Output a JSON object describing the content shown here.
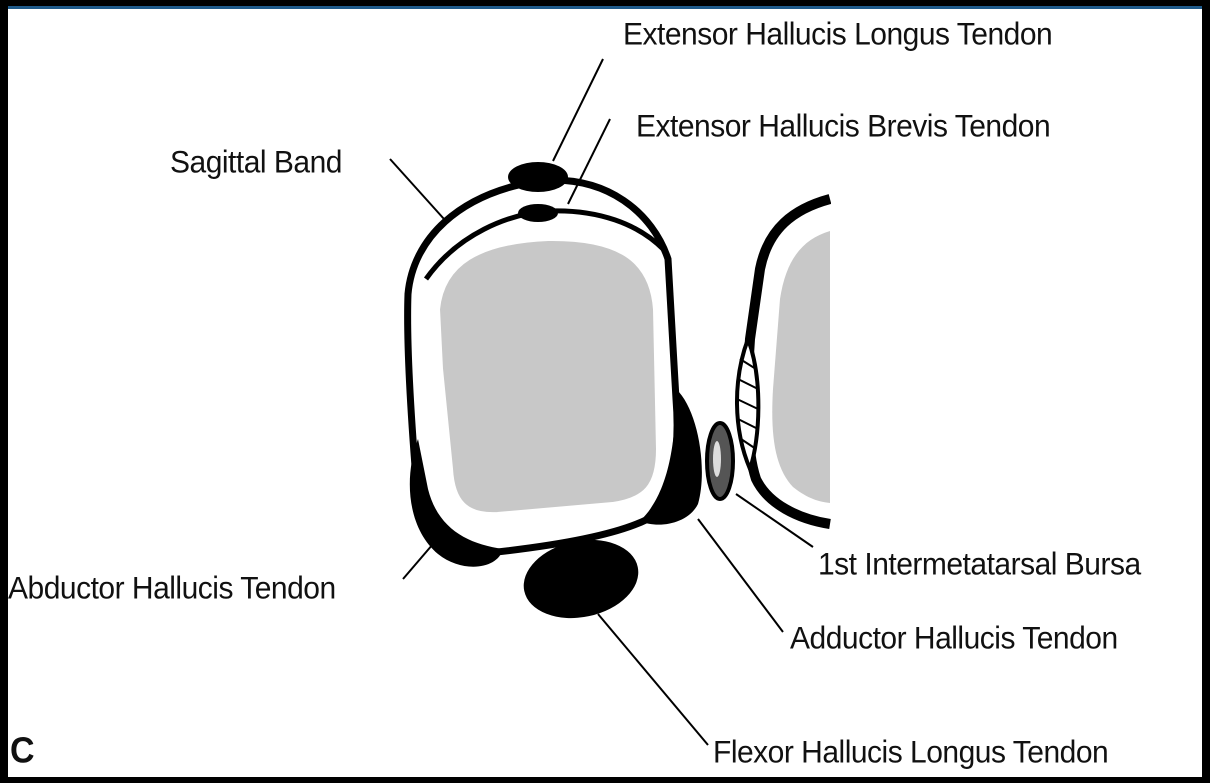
{
  "figure": {
    "panel_letter": "C",
    "colors": {
      "background": "#ffffff",
      "bone": "#c8c8c8",
      "tendon": "#000000",
      "outline": "#000000",
      "frame": "#000000",
      "frame_accent": "#1f5a8a"
    },
    "labels": {
      "ehl": "Extensor Hallucis Longus Tendon",
      "ehb": "Extensor Hallucis Brevis Tendon",
      "sagittal_band": "Sagittal Band",
      "bursa": "1st Intermetatarsal Bursa",
      "abductor": "Abductor Hallucis Tendon",
      "adductor": "Adductor Hallucis Tendon",
      "fhl": "Flexor Hallucis Longus Tendon"
    }
  }
}
